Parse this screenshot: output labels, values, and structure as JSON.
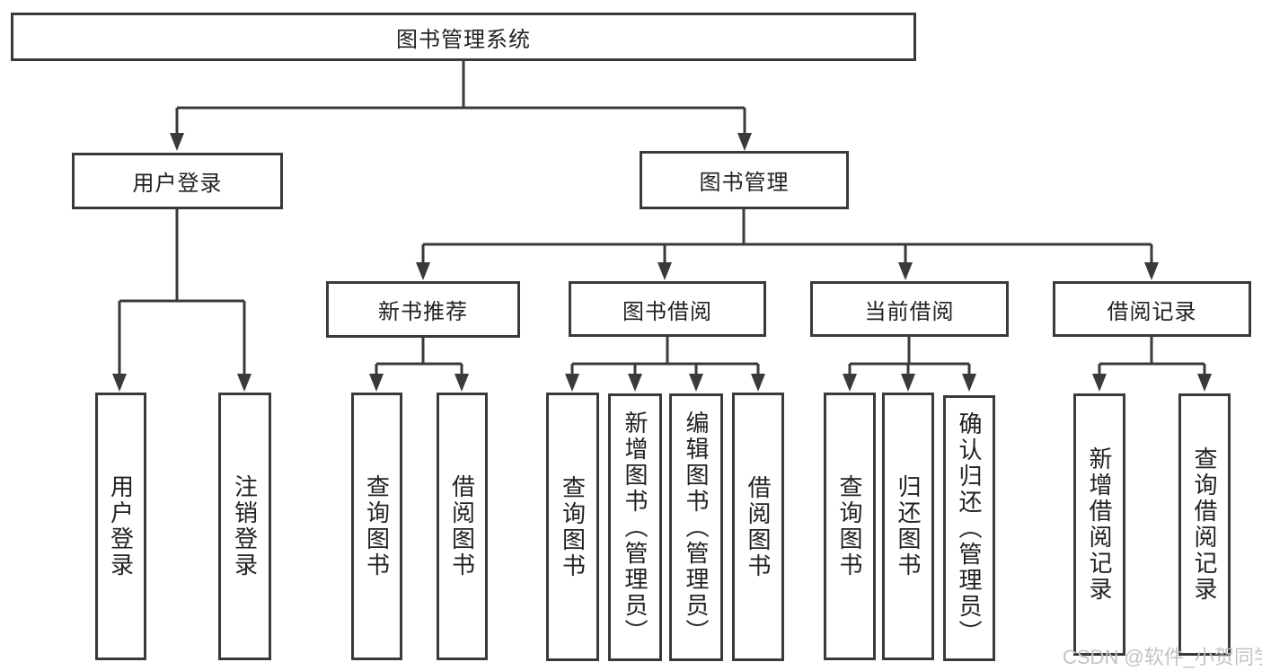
{
  "tree": {
    "root": {
      "label": "图书管理系统",
      "children": [
        {
          "label": "用户登录",
          "children": [
            {
              "label": "用户登录"
            },
            {
              "label": "注销登录"
            }
          ]
        },
        {
          "label": "图书管理",
          "children": [
            {
              "label": "新书推荐",
              "children": [
                {
                  "label": "查询图书"
                },
                {
                  "label": "借阅图书"
                }
              ]
            },
            {
              "label": "图书借阅",
              "children": [
                {
                  "label": "查询图书"
                },
                {
                  "label": "新增图书（管理员）"
                },
                {
                  "label": "编辑图书（管理员）"
                },
                {
                  "label": "借阅图书"
                }
              ]
            },
            {
              "label": "当前借阅",
              "children": [
                {
                  "label": "查询图书"
                },
                {
                  "label": "归还图书"
                },
                {
                  "label": "确认归还（管理员）"
                }
              ]
            },
            {
              "label": "借阅记录",
              "children": [
                {
                  "label": "新增借阅记录"
                },
                {
                  "label": "查询借阅记录"
                }
              ]
            }
          ]
        }
      ]
    }
  },
  "watermark": {
    "text": "CSDN @软件_小贺同学"
  },
  "colors": {
    "line": "#3a3a3a",
    "text": "#222222",
    "watermark": "#c3c3c3",
    "background": "#ffffff"
  }
}
